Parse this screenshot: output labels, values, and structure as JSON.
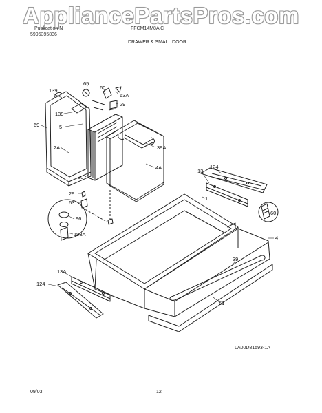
{
  "watermark": "AppliancePartsPros.com",
  "header": {
    "left_line1": "Publication N",
    "left_line2": "5995395836",
    "center_model": "FFCM14M8A C",
    "section_title": "DRAWER & SMALL DOOR"
  },
  "callouts": {
    "c139a": "139",
    "c65": "65",
    "c60": "60",
    "c63a": "63A",
    "c29a": "29",
    "c139b": "139",
    "c5": "5",
    "c69": "69",
    "c2a": "2A",
    "c39a": "39A",
    "c4a": "4A",
    "c30": "30",
    "c29b": "29",
    "c63": "63",
    "c96": "96",
    "c193a": "193A",
    "c13": "13",
    "c124a": "124",
    "c1": "1",
    "c60b": "60",
    "c4": "4",
    "c39": "39",
    "c13a": "13A",
    "c124b": "124",
    "c61": "61"
  },
  "diagram_code": "LA00D81593-1A",
  "footer": {
    "date": "09/03",
    "page": "12"
  }
}
